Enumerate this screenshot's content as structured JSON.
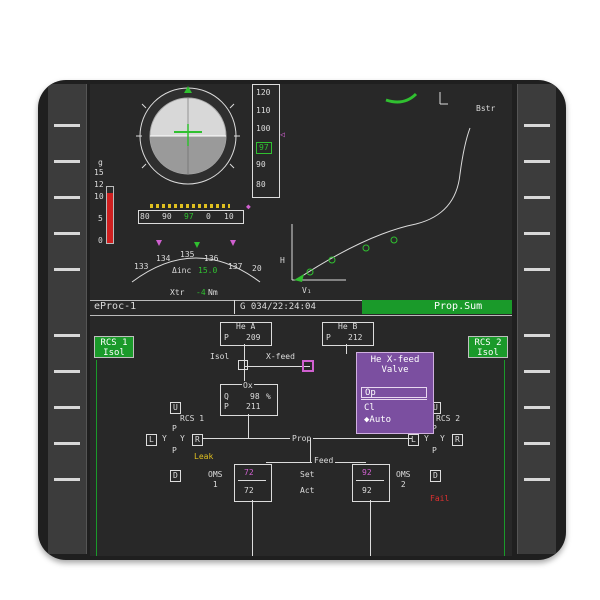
{
  "left_panel": {
    "g_label": "g",
    "g_scale": [
      "15",
      "12",
      "10",
      "5",
      "0"
    ],
    "pitch_tape": [
      "110",
      "100",
      "90",
      "80"
    ],
    "pitch_tape_right": [
      "120",
      "110",
      "100",
      "97",
      "90",
      "80"
    ],
    "heading_tape": [
      "80",
      "90",
      "97",
      "0",
      "10"
    ],
    "roll_scale": [
      "133",
      "134",
      "135",
      "136",
      "137"
    ],
    "alt_20": "20",
    "delta_inc_label": "Δinc",
    "delta_inc_value": "15.0",
    "xtr_label": "Xtr",
    "xtr_value": "-4",
    "xtr_unit": "Nm"
  },
  "trajectory": {
    "h_label": "H",
    "v_label": "V₁",
    "bstr_label": "Bstr"
  },
  "title_bar": {
    "left_title": "eProc-1",
    "center_time": "G 034/22:24:04",
    "right_title": "Prop.Sum"
  },
  "prop": {
    "rcs1_button": "RCS 1\nIsol",
    "rcs2_button": "RCS 2\nIsol",
    "he_a_label": "He A",
    "he_a_p_label": "P",
    "he_a_value": "209",
    "he_b_label": "He B",
    "he_b_p_label": "P",
    "he_b_value": "212",
    "isol_label": "Isol",
    "xfeed_label": "X-feed",
    "ox_label": "Ox",
    "ox_q_label": "Q",
    "ox_q_value": "98",
    "ox_q_unit": "%",
    "ox_p_label": "P",
    "ox_p_value": "211",
    "rcs1_label": "RCS 1",
    "rcs2_label": "RCS 2",
    "prop_label": "Prop",
    "feed_label": "Feed",
    "leak_label": "Leak",
    "fail_label": "Fail",
    "oms1_label": "OMS\n1",
    "oms2_label": "OMS\n2",
    "set_label": "Set",
    "act_label": "Act",
    "oms1_set": "72",
    "oms1_act": "72",
    "oms2_set": "92",
    "oms2_act": "92",
    "thruster_u": "U",
    "thruster_d": "D",
    "thruster_l": "L",
    "thruster_r": "R",
    "p_label": "P",
    "y_label": "Y"
  },
  "popup": {
    "title": "He X-feed\nValve",
    "options": [
      "Op",
      "Cl",
      "◆Auto"
    ]
  },
  "colors": {
    "accent_green": "#1a9a2a",
    "popup_purple": "#7b4fa0",
    "magenta": "#d060d0",
    "alert_red": "#e03030"
  }
}
